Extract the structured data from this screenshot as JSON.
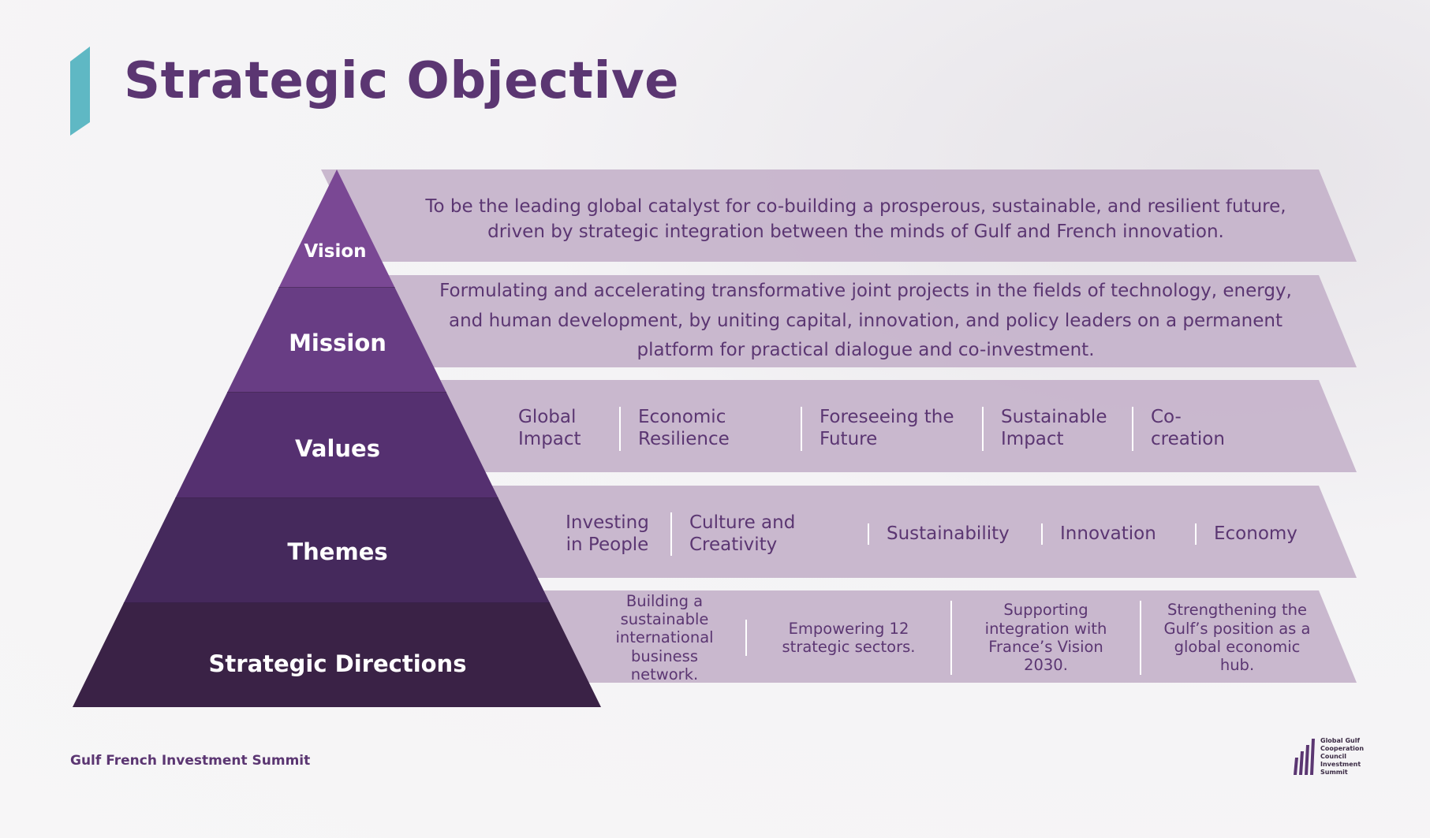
{
  "title": "Strategic Objective",
  "footer": "Gulf French Investment Summit",
  "logo": {
    "lines": [
      "Global Gulf",
      "Cooperation",
      "Council",
      "Investment",
      "Summit"
    ]
  },
  "colors": {
    "brand_purple": "#5b3672",
    "accent_teal": "#5fb8c4",
    "band": "#c7b5cc"
  },
  "tiers": [
    {
      "label": "Vision",
      "text": "To be the leading global catalyst for co-building a prosperous, sustainable, and resilient future, driven by strategic integration between the minds of Gulf and French innovation."
    },
    {
      "label": "Mission",
      "text": "Formulating and accelerating transformative joint projects in the fields of technology, energy, and human development, by uniting capital, innovation, and policy leaders on a permanent platform for practical dialogue and co-investment."
    },
    {
      "label": "Values",
      "items": [
        "Global Impact",
        "Economic Resilience",
        "Foreseeing the Future",
        "Sustainable Impact",
        "Co-creation"
      ]
    },
    {
      "label": "Themes",
      "items": [
        "Investing in People",
        "Culture and Creativity",
        "Sustainability",
        "Innovation",
        "Economy"
      ]
    },
    {
      "label": "Strategic Directions",
      "items": [
        "Building a sustainable international business network.",
        "Empowering 12 strategic sectors.",
        "Supporting integration with France’s Vision 2030.",
        "Strengthening the Gulf’s position as a global economic hub."
      ]
    }
  ]
}
